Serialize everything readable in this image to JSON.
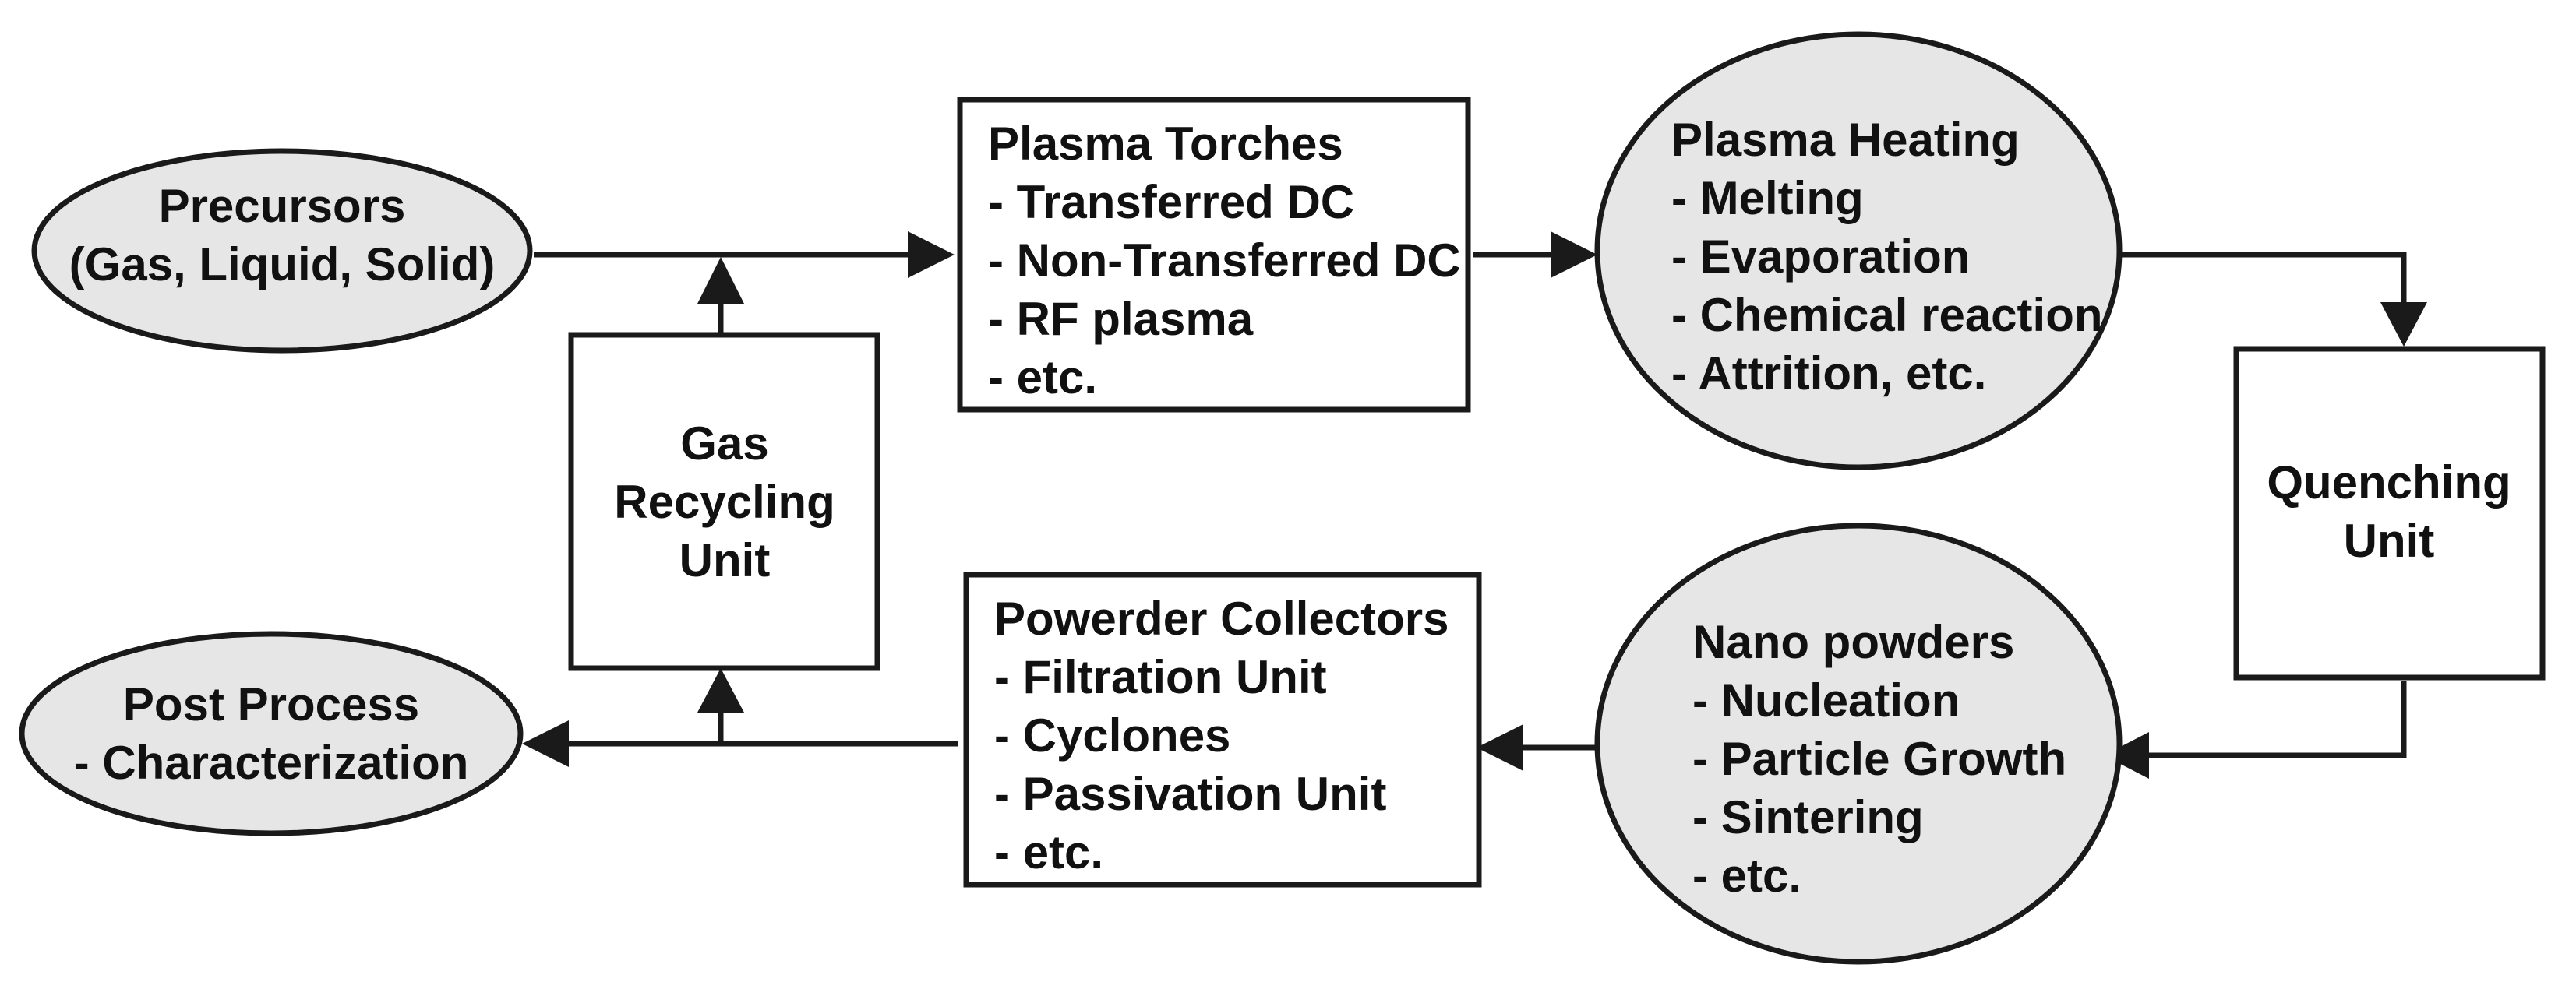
{
  "nodes": {
    "precursors": {
      "lines": [
        "Precursors",
        "(Gas, Liquid, Solid)"
      ]
    },
    "plasma_torches": {
      "lines": [
        "Plasma Torches",
        "- Transferred DC",
        "- Non-Transferred DC",
        "- RF plasma",
        "- etc."
      ]
    },
    "plasma_heating": {
      "lines": [
        "Plasma Heating",
        "- Melting",
        "- Evaporation",
        "- Chemical reaction",
        "- Attrition, etc."
      ]
    },
    "gas_recycling": {
      "lines": [
        "Gas",
        "Recycling",
        "Unit"
      ]
    },
    "quenching": {
      "lines": [
        "Quenching",
        "Unit"
      ]
    },
    "post_process": {
      "lines": [
        "Post Process",
        "- Characterization"
      ]
    },
    "powder_collectors": {
      "lines": [
        "Powerder Collectors",
        "- Filtration Unit",
        "- Cyclones",
        "- Passivation Unit",
        "- etc."
      ]
    },
    "nano_powders": {
      "lines": [
        "Nano powders",
        "- Nucleation",
        "- Particle Growth",
        "- Sintering",
        "- etc."
      ]
    }
  },
  "colors": {
    "ellipse_fill": "#e6e6e6",
    "box_fill": "#ffffff",
    "stroke": "#1a1a1a",
    "text": "#111111"
  }
}
